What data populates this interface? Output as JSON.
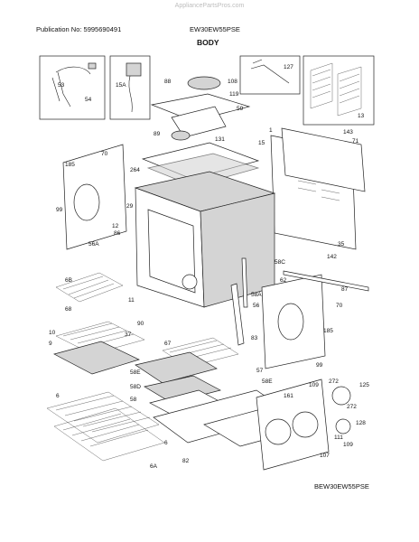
{
  "header": {
    "watermark": "AppliancePartsPros.com",
    "publication": "Publication No: 5995690491",
    "model": "EW30EW55PSE",
    "section": "BODY"
  },
  "footer": {
    "diagram_code": "BEW30EW55PSE"
  },
  "callouts": [
    "53",
    "54",
    "15A",
    "88",
    "108",
    "119",
    "127",
    "59",
    "13",
    "89",
    "131",
    "15",
    "1",
    "143",
    "71",
    "70",
    "185",
    "264",
    "99",
    "29",
    "12",
    "86",
    "56A",
    "6B",
    "68",
    "11",
    "58C",
    "142",
    "35",
    "62",
    "87",
    "58A",
    "56",
    "70",
    "90",
    "67",
    "37",
    "83",
    "9",
    "10",
    "57",
    "58E",
    "185",
    "99",
    "58D",
    "58",
    "58E",
    "6",
    "109",
    "272",
    "125",
    "272",
    "161",
    "128",
    "111",
    "109",
    "107",
    "6",
    "82",
    "6A"
  ]
}
